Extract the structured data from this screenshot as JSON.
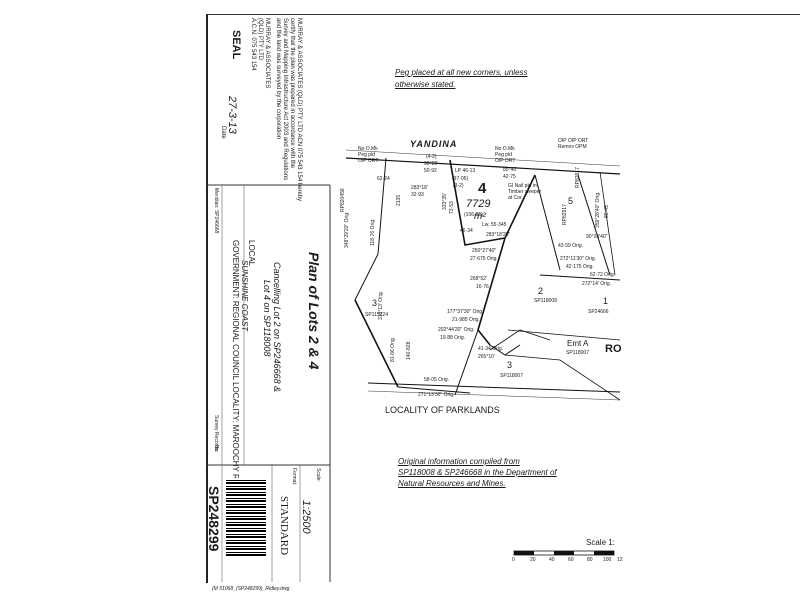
{
  "notes": {
    "peg_line1": "Peg placed at all new corners, unless",
    "peg_line2": "otherwise stated.",
    "orig_line1": "Original information compiled from",
    "orig_line2": "SP118008 & SP246668 in the Department of",
    "orig_line3": "Natural Resources and Mines."
  },
  "title_block": {
    "title": "Plan of Lots 2 & 4",
    "cancelling1": "Cancelling Lot 2 on SP246668 &",
    "cancelling2": "Lot 4 on SP118008",
    "local_gov": "LOCAL",
    "sunshine": "SUNSHINE COAST",
    "gov_line": "GOVERNMENT: REGIONAL COUNCIL  LOCALITY:  MAROOCHY RIVER",
    "meridian": "Meridian: SP246668",
    "survey_records": "Survey Records:",
    "no": "No",
    "scale": "1:2500",
    "format": "STANDARD",
    "plan_no": "SP248299",
    "scale_label": "Scale:",
    "format_label": "Format:"
  },
  "surveyor": {
    "firm1": "MURRAY & ASSOCIATES",
    "firm2": "(QLD) PTY LTD",
    "acn": "A.C.N. 075 543 154",
    "date": "27-3-13",
    "date_label": "Date",
    "seal": "SEAL"
  },
  "map": {
    "yandina": "YANDINA",
    "parklands": "LOCALITY OF PARKLANDS",
    "lot4": "4",
    "lot4_area": "7729",
    "lot4_m2": "m²",
    "lot3_a": "3",
    "lot3_a_sp": "SP115724",
    "lot2": "2",
    "lot2_sp": "SP118008",
    "lot3_b": "3",
    "lot3_b_sp": "SP118007",
    "lot5": "5",
    "lot5_sp": "RP82917",
    "lot1": "1",
    "lot1_sp": "SP24666",
    "emta": "Emt A",
    "emta_sp": "SP118007",
    "ro": "RO",
    "no_omk_peg": "No O.Mk Peg pld OIP ORT",
    "no_omk_peg2": "No O.Mk Peg pld OIP ORT",
    "oip_block": "OIP OIP ORT Remns OPM",
    "d_6224": "62·24",
    "d_42": "(4-2)",
    "d_90": "90°29'",
    "d_5092": "50·92",
    "d_lp": "LP 46·13",
    "d_9705": "(97·05)",
    "d_32": "(3-2)",
    "d_85": "85°40'",
    "d_4275": "42·75",
    "d_283": "283°18'",
    "d_3293": "32·93",
    "d_gi": "GI Nail pld in Timber sleeper at Cor.",
    "d_10685": "(106·85)",
    "d_4634": "46·34",
    "d_5545": "Lw. 55·345",
    "d_7729": "7729",
    "d_288": "283°18'20\"",
    "d_4359": "43·59 Orig.",
    "d_90_28": "90°28'40\"",
    "d_272": "272°11'30\" Orig.",
    "d_42175": "42·175 Orig.",
    "d_6272": "62·72 Orig.",
    "d_272b": "272°14' Orig.",
    "d_2135": "2135",
    "d_27675": "27·675 Orig.",
    "d_250": "250°27'40\"",
    "d_26893": "268°52'",
    "d_16": "16·76",
    "d_177": "177°37'30\" Orig.",
    "d_21985": "21·985 Orig.",
    "d_202": "202°44'20\" Orig.",
    "d_1988": "19·88 Orig.",
    "d_4134": "41·34 Orig.",
    "d_265": "265°10'",
    "d_5805": "58·05 Orig.",
    "d_271": "271°13'30\" Orig.",
    "d_348": "348°29'20\" Orig.",
    "d_11876": "118·76 Orig.",
    "d_318": "318°13' Orig.",
    "d_8166": "81·66 Orig.",
    "d_140": "140·828",
    "d_333": "333°35'",
    "d_7353": "73·53",
    "d_359": "359°28'40\" Orig.",
    "d_8545": "85·45",
    "d_rp": "RP82917",
    "d_rp2": "RP820458"
  },
  "scale_bar": {
    "label": "Scale 1:",
    "ticks": [
      "0",
      "20",
      "40",
      "60",
      "80",
      "100",
      "12"
    ]
  },
  "footer": {
    "file": "(M 51068_(SP248299)_Ridley.dwg"
  }
}
